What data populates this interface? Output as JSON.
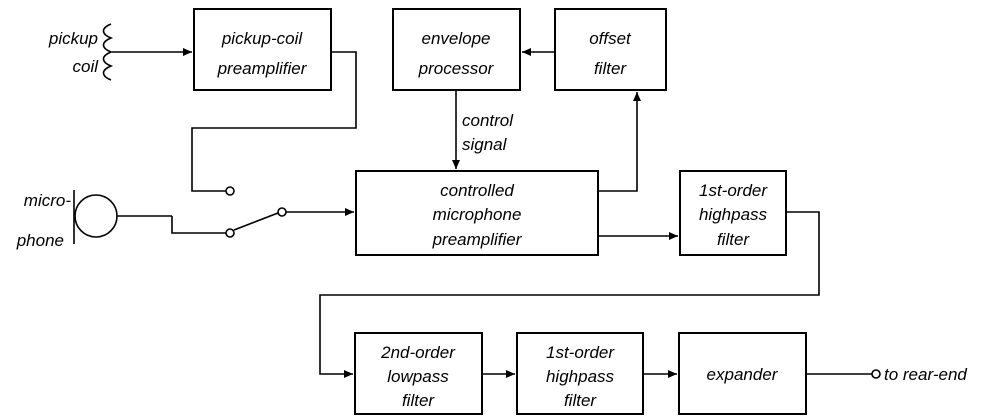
{
  "inputs": {
    "pickup_coil": [
      "pickup",
      "coil"
    ],
    "microphone": [
      "micro-",
      "phone"
    ]
  },
  "blocks": {
    "pickup_preamp": [
      "pickup-coil",
      "preamplifier"
    ],
    "envelope_processor": [
      "envelope",
      "processor"
    ],
    "offset_filter": [
      "offset",
      "filter"
    ],
    "controlled_preamp": [
      "controlled",
      "microphone",
      "preamplifier"
    ],
    "highpass_1": [
      "1st-order",
      "highpass",
      "filter"
    ],
    "lowpass_2": [
      "2nd-order",
      "lowpass",
      "filter"
    ],
    "highpass_2": [
      "1st-order",
      "highpass",
      "filter"
    ],
    "expander": [
      "expander"
    ]
  },
  "signals": {
    "control_signal": [
      "control",
      "signal"
    ]
  },
  "output": {
    "label": "to rear-end"
  }
}
